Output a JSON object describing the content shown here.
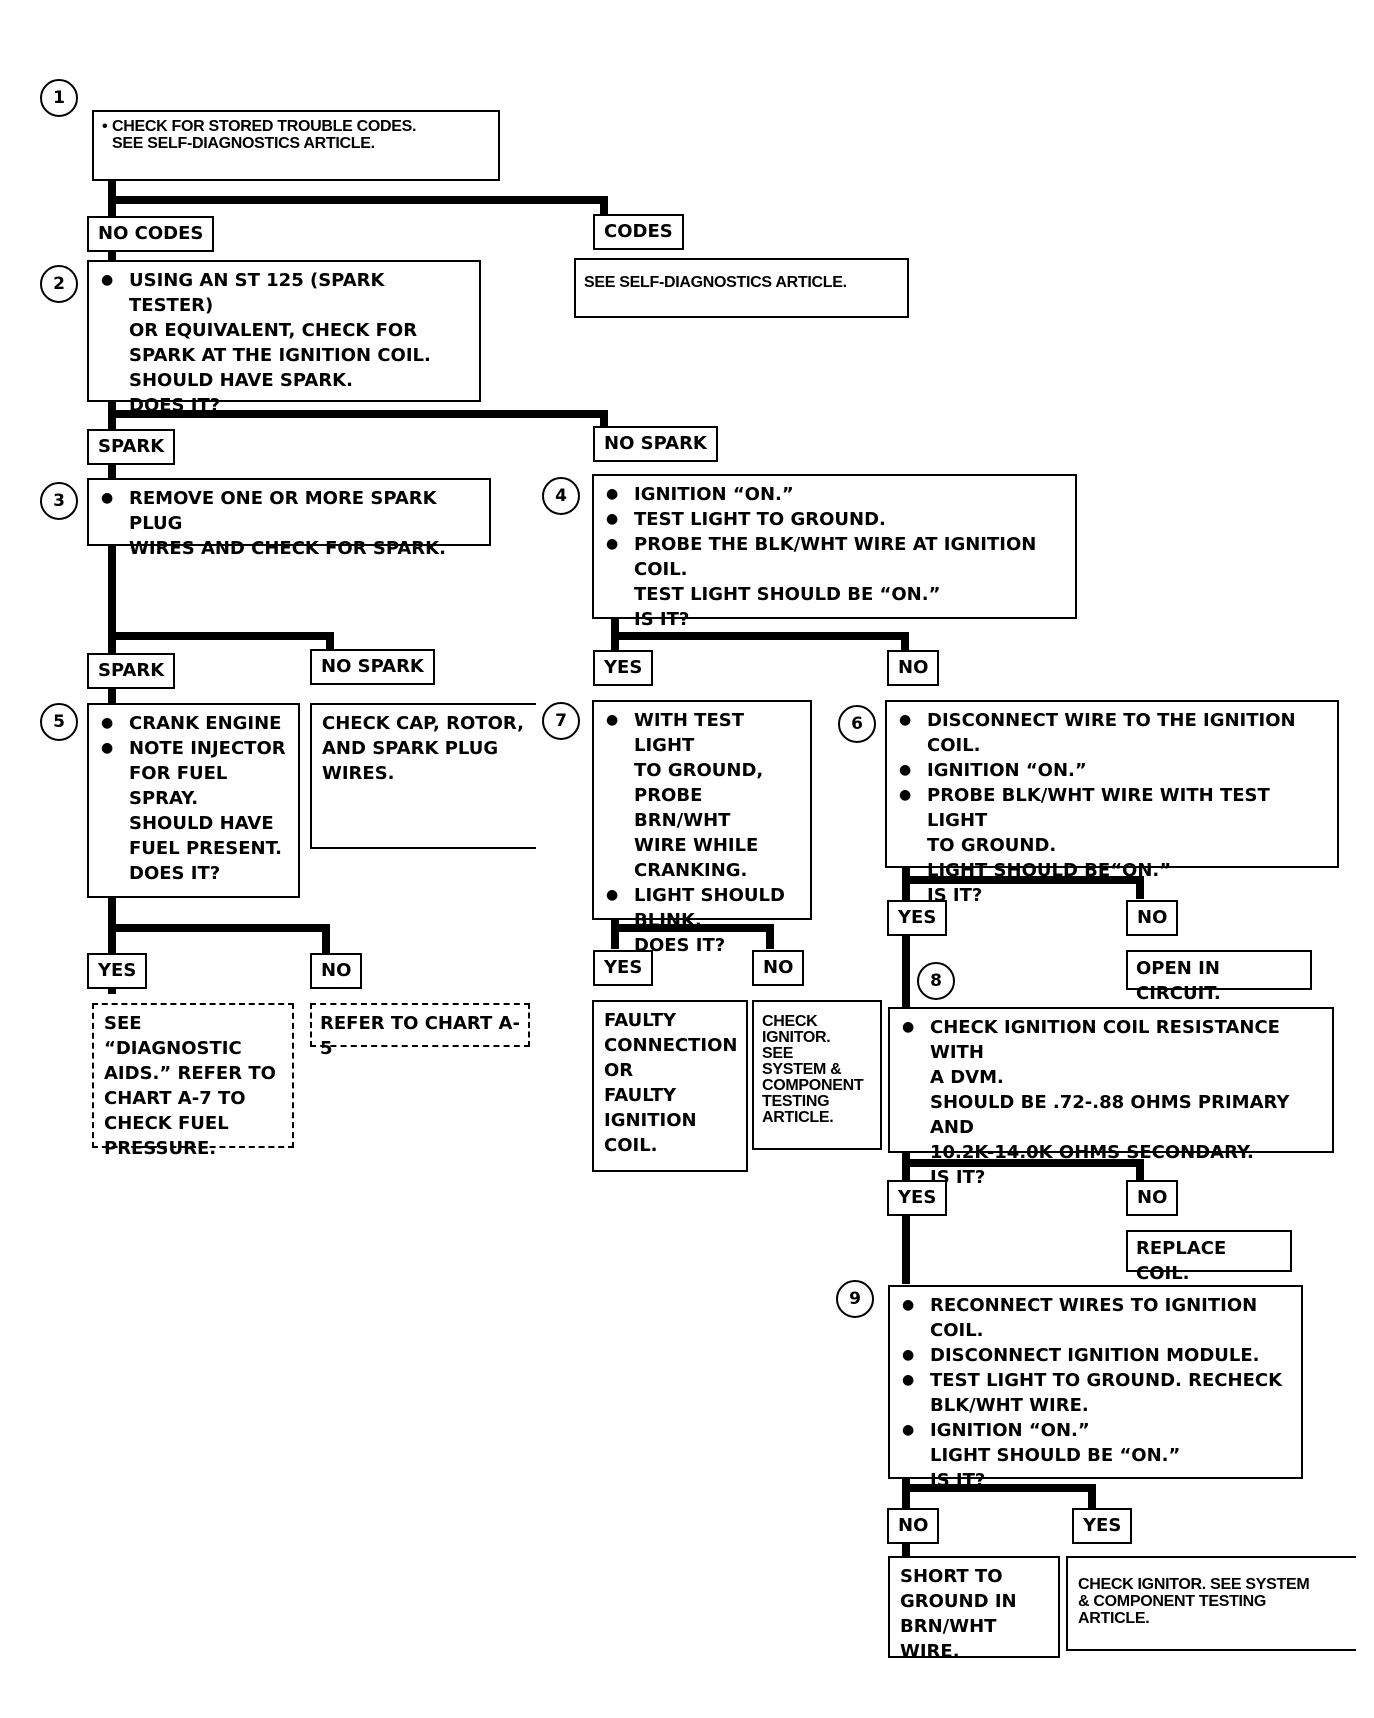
{
  "steps": [
    "1",
    "2",
    "3",
    "4",
    "5",
    "6",
    "7",
    "8",
    "9"
  ],
  "labels": {
    "no_codes": "NO CODES",
    "codes": "CODES",
    "spark_a": "SPARK",
    "no_spark_a": "NO SPARK",
    "spark_b": "SPARK",
    "no_spark_b": "NO SPARK",
    "yes_4": "YES",
    "no_4": "NO",
    "yes_5": "YES",
    "no_5": "NO",
    "yes_7": "YES",
    "no_7": "NO",
    "yes_6": "YES",
    "no_6": "NO",
    "yes_8": "YES",
    "no_8": "NO",
    "no_9": "NO",
    "yes_9": "YES"
  },
  "boxes": {
    "b1": [
      "CHECK FOR STORED TROUBLE CODES.",
      "SEE SELF-DIAGNOSTICS ARTICLE."
    ],
    "codes_result": "SEE SELF-DIAGNOSTICS ARTICLE.",
    "b2": [
      "USING AN ST 125 (SPARK TESTER)",
      "OR EQUIVALENT, CHECK FOR",
      "SPARK AT THE IGNITION COIL.",
      "SHOULD HAVE SPARK.",
      "DOES IT?"
    ],
    "b3": [
      "REMOVE ONE OR MORE SPARK PLUG",
      "WIRES AND CHECK FOR SPARK."
    ],
    "b4": [
      "IGNITION “ON.”",
      "TEST LIGHT TO GROUND.",
      "PROBE THE BLK/WHT WIRE AT IGNITION COIL.",
      "TEST LIGHT SHOULD BE “ON.”",
      "IS IT?"
    ],
    "b5": [
      "CRANK ENGINE",
      "NOTE INJECTOR",
      "FOR FUEL",
      "SPRAY.",
      "SHOULD HAVE",
      "FUEL PRESENT.",
      "DOES IT?"
    ],
    "check_cap": [
      "CHECK CAP, ROTOR,",
      "AND SPARK PLUG",
      "WIRES."
    ],
    "b7": [
      "WITH TEST LIGHT",
      "TO GROUND,",
      "PROBE BRN/WHT",
      "WIRE WHILE",
      "CRANKING.",
      "LIGHT SHOULD",
      "BLINK.",
      "DOES IT?"
    ],
    "b6": [
      "DISCONNECT WIRE TO THE IGNITION COIL.",
      "IGNITION “ON.”",
      "PROBE BLK/WHT WIRE WITH TEST LIGHT",
      "TO GROUND.",
      "LIGHT SHOULD BE“ON.”",
      "IS IT?"
    ],
    "diag_aids": [
      "SEE “DIAGNOSTIC",
      "AIDS.” REFER TO",
      "CHART A-7   TO",
      "CHECK FUEL",
      "PRESSURE."
    ],
    "refer_a5": "REFER TO CHART A-5",
    "faulty": [
      "FAULTY",
      "CONNECTION",
      "OR",
      "FAULTY",
      "IGNITION",
      "COIL."
    ],
    "check_ignitor": [
      "CHECK",
      "IGNITOR.",
      "SEE",
      "SYSTEM &",
      "COMPONENT",
      "TESTING",
      "ARTICLE."
    ],
    "open_circuit": "OPEN IN CIRCUIT.",
    "b8": [
      "CHECK IGNITION COIL RESISTANCE WITH",
      "A DVM.",
      "SHOULD BE .72-.88 OHMS PRIMARY AND",
      "10.2K-14.0K OHMS SECONDARY.",
      "IS IT?"
    ],
    "replace_coil": "REPLACE COIL.",
    "b9": [
      "RECONNECT WIRES TO IGNITION COIL.",
      "DISCONNECT IGNITION MODULE.",
      "TEST LIGHT TO GROUND.  RECHECK",
      "BLK/WHT WIRE.",
      "IGNITION “ON.”",
      "LIGHT SHOULD BE “ON.”",
      "IS IT?"
    ],
    "short_ground": [
      "SHORT TO",
      "GROUND IN",
      "BRN/WHT WIRE."
    ],
    "check_ignitor_2": [
      "CHECK IGNITOR. SEE SYSTEM",
      "& COMPONENT TESTING",
      "ARTICLE."
    ]
  }
}
